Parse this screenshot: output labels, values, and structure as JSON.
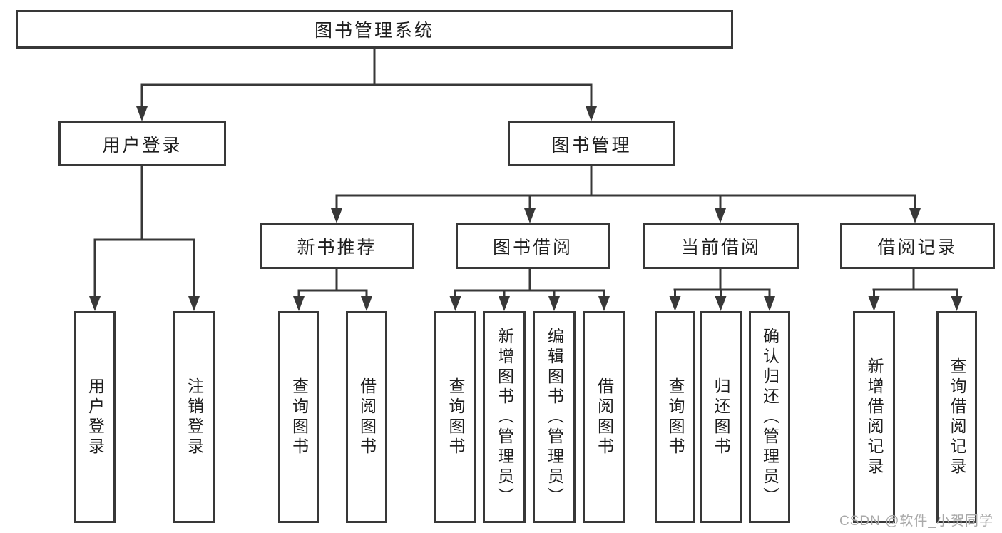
{
  "diagram": {
    "root": {
      "label": "图书管理系统"
    },
    "branches": [
      {
        "label": "用户登录",
        "children": [
          {
            "label": "用户登录"
          },
          {
            "label": "注销登录"
          }
        ]
      },
      {
        "label": "图书管理",
        "children": [
          {
            "label": "新书推荐",
            "children": [
              {
                "label": "查询图书"
              },
              {
                "label": "借阅图书"
              }
            ]
          },
          {
            "label": "图书借阅",
            "children": [
              {
                "label": "查询图书"
              },
              {
                "label": "新增图书（管理员）"
              },
              {
                "label": "编辑图书（管理员）"
              },
              {
                "label": "借阅图书"
              }
            ]
          },
          {
            "label": "当前借阅",
            "children": [
              {
                "label": "查询图书"
              },
              {
                "label": "归还图书"
              },
              {
                "label": "确认归还（管理员）"
              }
            ]
          },
          {
            "label": "借阅记录",
            "children": [
              {
                "label": "新增借阅记录"
              },
              {
                "label": "查询借阅记录"
              }
            ]
          }
        ]
      }
    ]
  },
  "watermark": {
    "text": "CSDN @软件_小贺同学"
  },
  "colors": {
    "line": "#383838",
    "text": "#1e1e1e",
    "watermark": "#a9a9a9",
    "background": "#ffffff"
  }
}
